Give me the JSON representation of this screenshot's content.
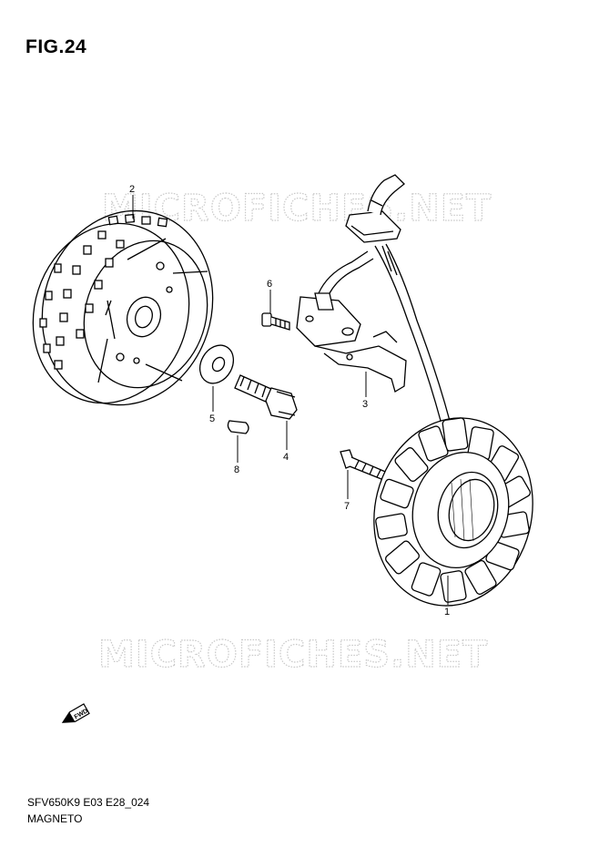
{
  "figure": {
    "title": "FIG.24",
    "code": "SFV650K9 E03 E28_024",
    "description": "MAGNETO"
  },
  "watermark": {
    "text": "MICROFICHES.NET"
  },
  "fwd_badge": {
    "label": "FWD",
    "icon": "fwd-arrow-icon"
  },
  "parts": [
    {
      "id": "1",
      "label": "1",
      "part": "stator-coil"
    },
    {
      "id": "2",
      "label": "2",
      "part": "rotor-flywheel"
    },
    {
      "id": "3",
      "label": "3",
      "part": "pickup-bracket"
    },
    {
      "id": "4",
      "label": "4",
      "part": "rotor-bolt"
    },
    {
      "id": "5",
      "label": "5",
      "part": "washer"
    },
    {
      "id": "6",
      "label": "6",
      "part": "pickup-screw"
    },
    {
      "id": "7",
      "label": "7",
      "part": "stator-screw"
    },
    {
      "id": "8",
      "label": "8",
      "part": "key"
    }
  ],
  "colors": {
    "line": "#000000",
    "watermark": "#c8c8c8",
    "background": "#ffffff"
  }
}
